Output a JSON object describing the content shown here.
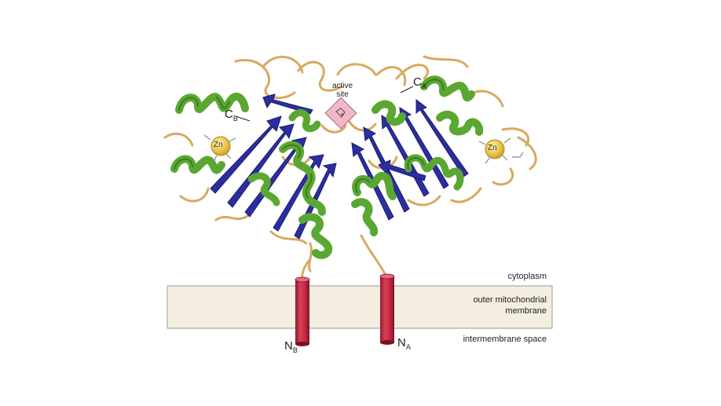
{
  "regions": {
    "cytoplasm": "cytoplasm",
    "membrane_line1": "outer mitochondrial",
    "membrane_line2": "membrane",
    "intermembrane": "intermembrane space"
  },
  "active_site": {
    "line1": "active",
    "line2": "site"
  },
  "termini": {
    "nb_letter": "N",
    "nb_sub": "B",
    "na_letter": "N",
    "na_sub": "A",
    "cb_letter": "C",
    "cb_sub": "B",
    "ca_letter": "C",
    "ca_sub": "A"
  },
  "ions": {
    "left": "Zn",
    "right": "Zn"
  },
  "colors": {
    "membrane_fill": "#f4eee0",
    "membrane_stroke": "#9a9a9a",
    "helix_green": "#5aa832",
    "helix_dark": "#3d7a22",
    "strand_blue": "#2c2ea0",
    "coil_tan": "#d9a960",
    "anchor_red": "#c4283f",
    "zinc_gold": "#e8c24a",
    "active_pink": "#f0b8c8"
  }
}
